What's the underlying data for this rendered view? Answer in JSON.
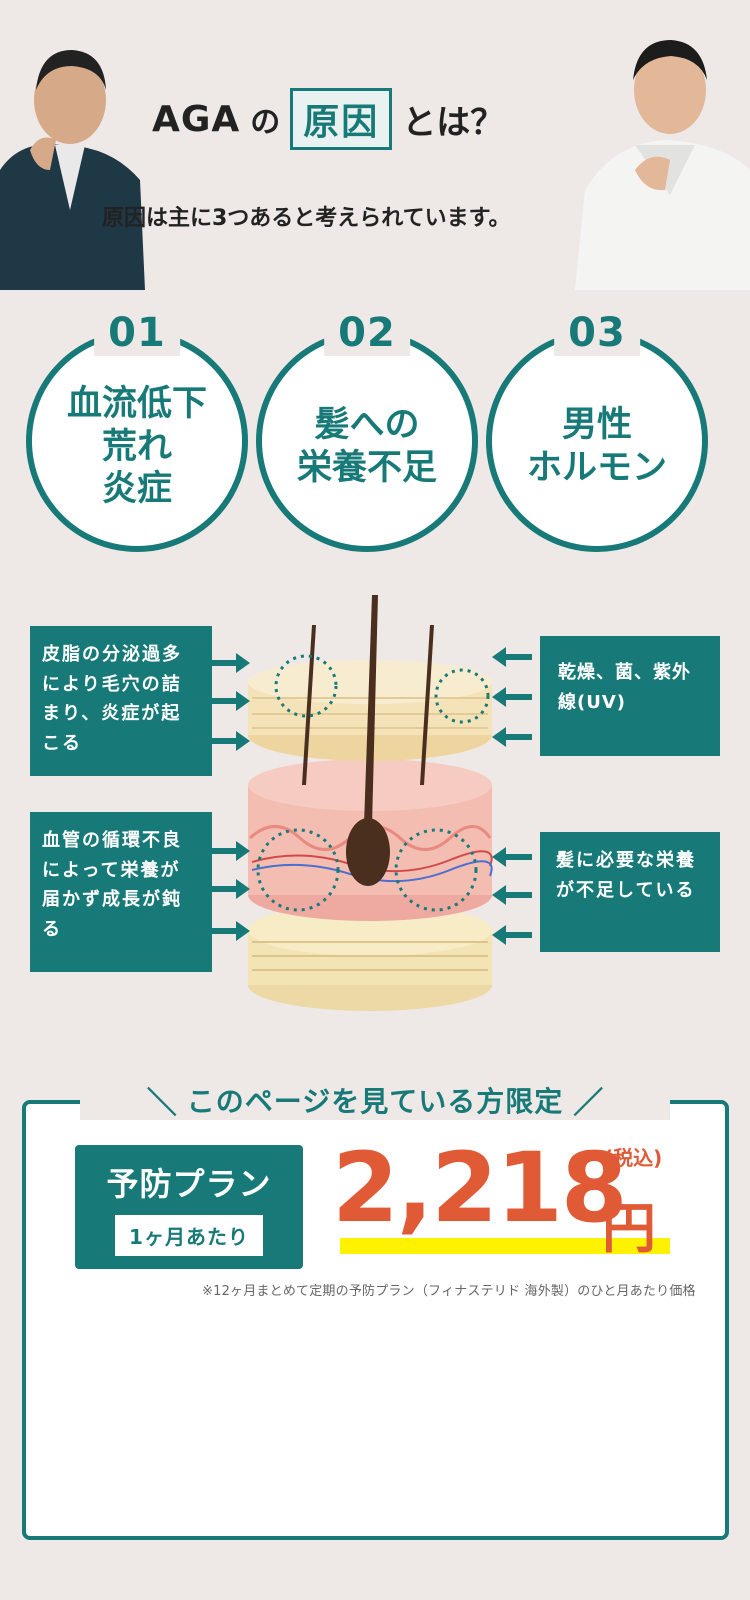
{
  "header": {
    "title_pre": "AGA",
    "title_no": "の",
    "title_box": "原因",
    "title_post": "とは？",
    "subtitle": "原因は主に3つあると考えられています。"
  },
  "causes": [
    {
      "num": "01",
      "label": "血流低下\n荒れ\n炎症"
    },
    {
      "num": "02",
      "label": "髪への\n栄養不足"
    },
    {
      "num": "03",
      "label": "男性\nホルモン"
    }
  ],
  "diagram": {
    "note_top_left": "皮脂の分泌過多により毛穴の詰まり、炎症が起こる",
    "note_top_right": "乾燥、菌、紫外線(UV)",
    "note_bottom_left": "血管の循環不良によって栄養が届かず成長が鈍る",
    "note_bottom_right": "髪に必要な栄養が不足している"
  },
  "offer": {
    "heading": "このページを見ている方限定",
    "plan_name": "予防プラン",
    "plan_per": "1ヶ月あたり",
    "price": "2,218",
    "tax": "(税込)",
    "yen": "円",
    "footnote": "※12ヶ月まとめて定期の予防プラン（フィナステリド 海外製）のひと月あたり価格"
  },
  "colors": {
    "teal": "#187a78",
    "price": "#e05a36",
    "highlight": "#fff200",
    "background": "#eee9e6"
  }
}
